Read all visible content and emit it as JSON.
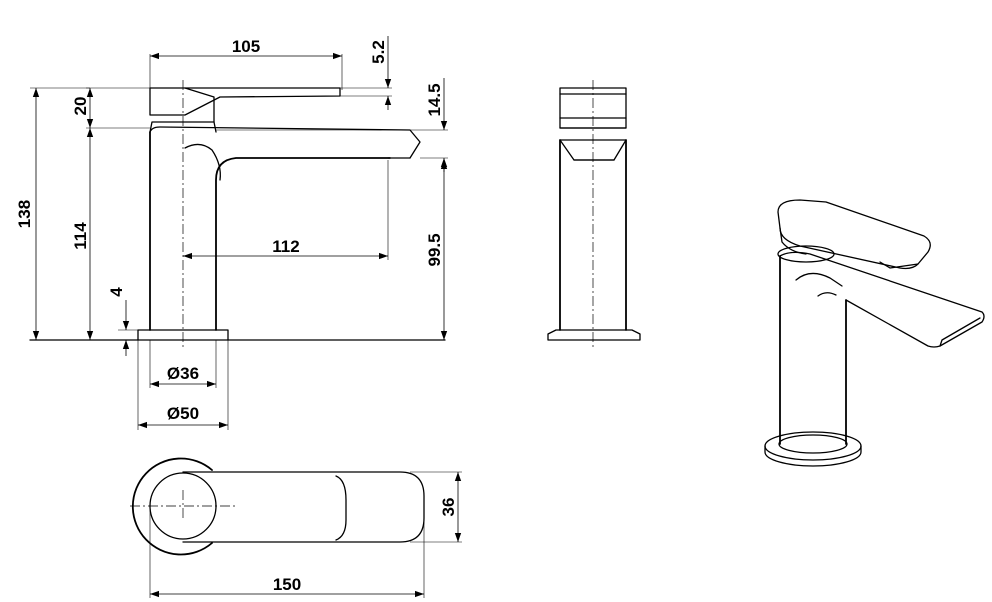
{
  "dimensions": {
    "spout_length": "105",
    "lever_thickness": "5.2",
    "lever_height": "20",
    "lever_offset": "14.5",
    "total_height": "138",
    "body_height": "114",
    "projection": "112",
    "spout_height": "99.5",
    "base_plate": "4",
    "body_diameter": "Ø36",
    "base_diameter": "Ø50",
    "top_width": "36",
    "top_length": "150"
  }
}
